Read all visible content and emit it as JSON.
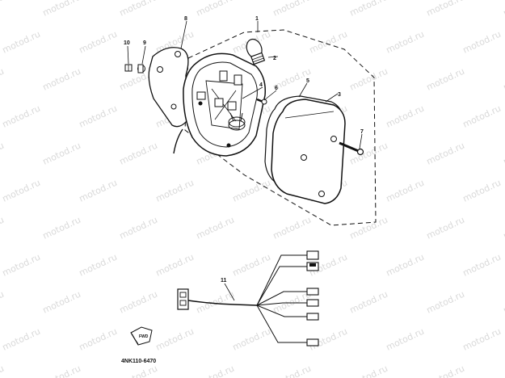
{
  "watermark_text": "motod.ru",
  "callouts": {
    "n1": "1",
    "n2": "2",
    "n3": "3",
    "n4": "4",
    "n5": "5",
    "n6": "6",
    "n7": "7",
    "n8": "8",
    "n9": "9",
    "n10": "10",
    "n11": "11"
  },
  "diagram_code": "4NK110-6470",
  "colors": {
    "line": "#111111",
    "background": "#ffffff",
    "watermark": "#d9d9d9"
  }
}
